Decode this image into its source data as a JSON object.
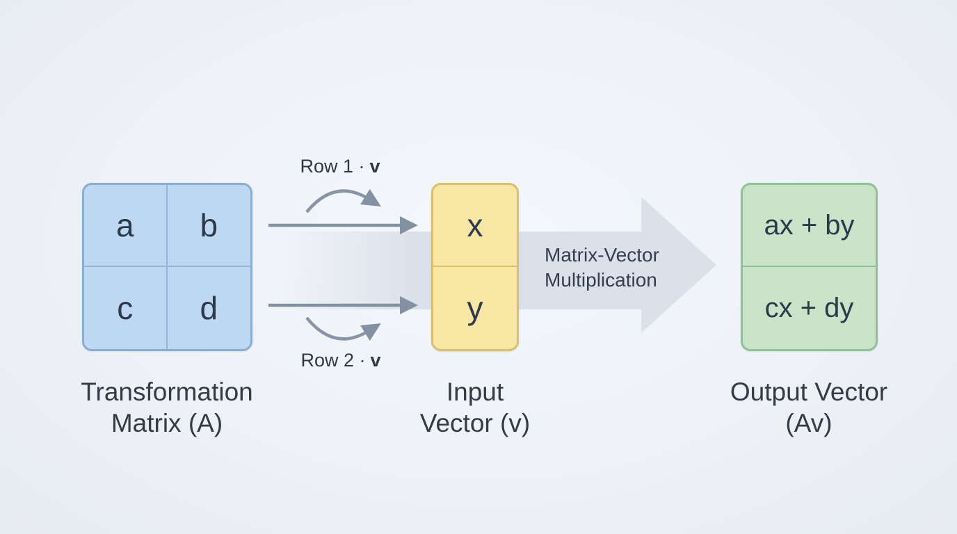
{
  "diagram": {
    "title_semantic": "Matrix-Vector Multiplication diagram",
    "matrix": {
      "cells": [
        "a",
        "b",
        "c",
        "d"
      ],
      "caption_line1": "Transformation",
      "caption_line2": "Matrix (A)",
      "fill": "#bed7f2",
      "border": "#8cadd2"
    },
    "input_vector": {
      "cells": [
        "x",
        "y"
      ],
      "caption_line1": "Input",
      "caption_line2": "Vector (v)",
      "fill": "#f8e7a4",
      "border": "#d9bf6e"
    },
    "output_vector": {
      "cells": [
        "ax + by",
        "cx + dy"
      ],
      "caption_line1": "Output Vector",
      "caption_line2": "(Av)",
      "fill": "#c9e4c8",
      "border": "#90c095"
    },
    "row_labels": {
      "row1_prefix": "Row 1 ·",
      "row2_prefix": "Row 2 ·",
      "vector_symbol": "v"
    },
    "big_arrow": {
      "line1": "Matrix-Vector",
      "line2": "Multiplication",
      "fill": "#dbe1ea"
    },
    "arrow_color": "#8391a2",
    "text_color": "#2d3a4b"
  }
}
